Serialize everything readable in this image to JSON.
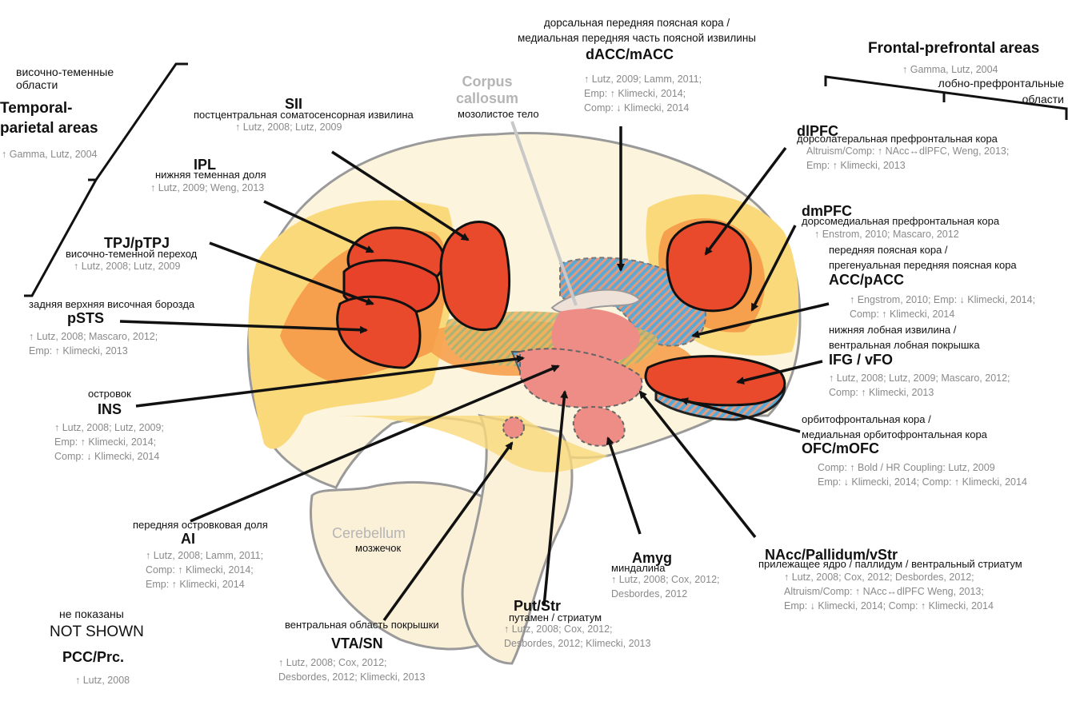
{
  "regions": {
    "temporal_parietal": {
      "ru": "височно-теменные\nобласти",
      "en": "Temporal-\nparietal areas",
      "cite": "↑ Gamma, Lutz, 2004"
    },
    "sii": {
      "en": "SII",
      "ru": "постцентральная соматосенсорная извилина",
      "cite": "↑ Lutz, 2008; Lutz, 2009"
    },
    "ipl": {
      "en": "IPL",
      "ru": "нижняя теменная доля",
      "cite": "↑ Lutz, 2009; Weng, 2013"
    },
    "tpj": {
      "en": "TPJ/pTPJ",
      "ru": "височно-теменной переход",
      "cite": "↑ Lutz, 2008; Lutz, 2009"
    },
    "psts": {
      "ru": "задняя верхняя височная борозда",
      "en": "pSTS",
      "cite": "↑ Lutz, 2008; Mascaro, 2012;\nEmp: ↑ Klimecki, 2013"
    },
    "ins": {
      "ru": "островок",
      "en": "INS",
      "cite": "↑ Lutz, 2008; Lutz, 2009;\nEmp: ↑ Klimecki, 2014;\nComp: ↓ Klimecki, 2014"
    },
    "ai": {
      "ru": "передняя островковая доля",
      "en": "AI",
      "cite": "↑ Lutz, 2008; Lamm, 2011;\nComp: ↑ Klimecki, 2014;\nEmp: ↑ Klimecki, 2014"
    },
    "not_shown": {
      "ru": "не показаны",
      "en": "NOT SHOWN",
      "region": "PCC/Prc.",
      "cite": "↑ Lutz, 2008"
    },
    "vta": {
      "ru": "вентральная область покрышки",
      "en": "VTA/SN",
      "cite": "↑ Lutz, 2008; Cox, 2012;\nDesbordes, 2012; Klimecki, 2013"
    },
    "put": {
      "en": "Put/Str",
      "ru": "путамен / стриатум",
      "cite": "↑ Lutz, 2008; Cox, 2012;\nDesbordes, 2012; Klimecki, 2013"
    },
    "amyg": {
      "en": "Amyg",
      "ru": "миндалина",
      "cite": "↑ Lutz, 2008; Cox, 2012;\nDesbordes, 2012"
    },
    "nacc": {
      "en": "NAcc/Pallidum/vStr",
      "ru": "прилежащее ядро / паллидум / вентральный стриатум",
      "cite": "↑ Lutz, 2008; Cox, 2012; Desbordes, 2012;\nAltruism/Comp: ↑ NAcc↔dlPFC Weng, 2013;\nEmp: ↓ Klimecki, 2014; Comp: ↑ Klimecki, 2014"
    },
    "dacc": {
      "ru": "дорсальная передняя поясная кора /\nмедиальная передняя часть поясной извилины",
      "en": "dACC/mACC",
      "cite": "↑ Lutz, 2009; Lamm, 2011;\nEmp: ↑ Klimecki, 2014;\nComp: ↓ Klimecki, 2014"
    },
    "frontal": {
      "en": "Frontal-prefrontal areas",
      "cite": "↑ Gamma, Lutz, 2004",
      "ru": "лобно-префронтальные\nобласти"
    },
    "dlpfc": {
      "en": "dlPFC",
      "ru": "дорсолатеральная префронтальная кора",
      "cite": "Altruism/Comp: ↑ NAcc↔dlPFC, Weng, 2013;\nEmp: ↑ Klimecki, 2013"
    },
    "dmpfc": {
      "en": "dmPFC",
      "ru": "дорсомедиальная префронтальная кора",
      "cite": "↑ Enstrom, 2010; Mascaro, 2012"
    },
    "acc": {
      "ru": "передняя поясная кора /\nпрегенуальная передняя поясная кора",
      "en": "ACC/pACC",
      "cite": "↑ Engstrom, 2010; Emp: ↓ Klimecki, 2014;\nComp: ↑ Klimecki, 2014"
    },
    "ifg": {
      "ru": "нижняя лобная извилина /\nвентральная лобная покрышка",
      "en": "IFG / vFO",
      "cite": "↑ Lutz, 2008; Lutz, 2009; Mascaro, 2012;\nComp: ↑ Klimecki, 2013"
    },
    "ofc": {
      "ru": "орбитофронтальная кора /\nмедиальная орбитофронтальная кора",
      "en": "OFC/mOFC",
      "cite": "Comp: ↑ Bold / HR Coupling: Lutz, 2009\nEmp: ↓ Klimecki, 2014; Comp: ↑ Klimecki, 2014"
    }
  },
  "anatomy": {
    "corpus_callosum": {
      "en": "Corpus\ncallosum",
      "ru": "мозолистое тело"
    },
    "cerebellum": {
      "en": "Cerebellum",
      "ru": "мозжечок"
    }
  },
  "colors": {
    "yellow_area": "#f9d97a",
    "orange_area": "#f6a04d",
    "red_area": "#ea4a2c",
    "pink_area": "#ee8c86",
    "blue_hatch": "#5aa8d6",
    "brain_fill": "#fcf4dc",
    "outline": "#8c8c8c"
  }
}
